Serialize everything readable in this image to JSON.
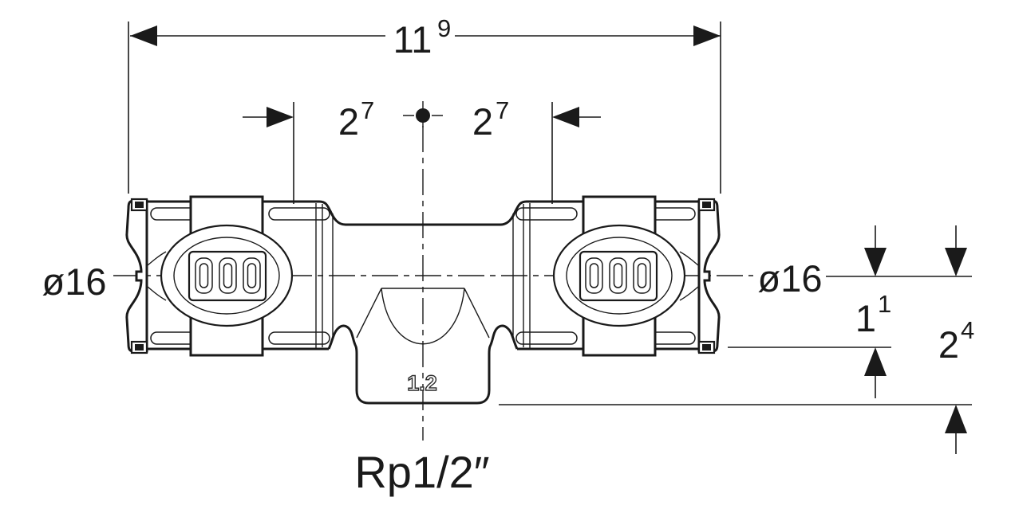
{
  "dimensions": {
    "overall_width": {
      "main": "11",
      "sup": "9"
    },
    "left_end_to_center": {
      "main": "2",
      "sup": "7"
    },
    "center_to_right_end": {
      "main": "2",
      "sup": "7"
    },
    "center_to_sleeve_bottom": {
      "main": "1",
      "sup": "1"
    },
    "center_to_branch_bottom": {
      "main": "2",
      "sup": "4"
    }
  },
  "labels": {
    "left_pipe_diameter": "ø16",
    "right_pipe_diameter": "ø16",
    "branch_thread": "Rp1/2″",
    "branch_wall_thickness": "1.2"
  },
  "colors": {
    "line": "#1a1a1a",
    "background": "#ffffff"
  }
}
